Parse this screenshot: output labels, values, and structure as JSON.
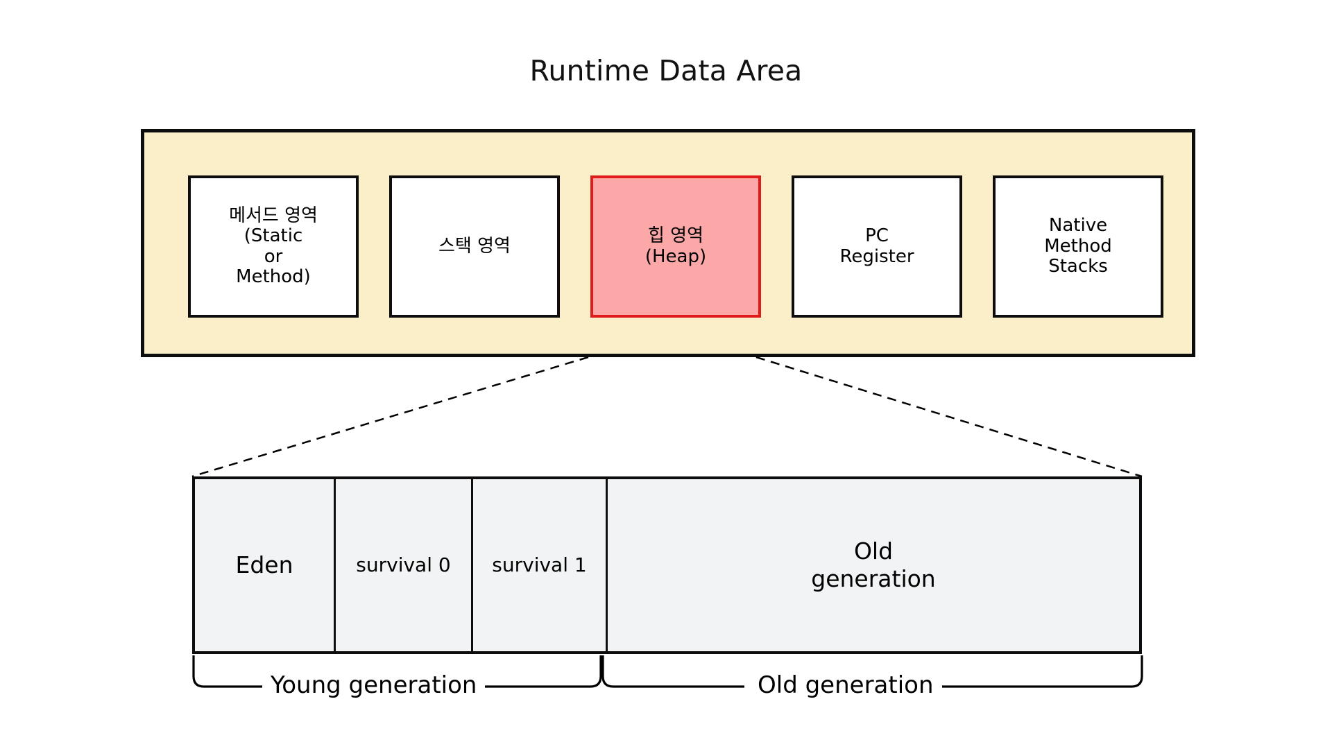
{
  "page": {
    "title": "Runtime Data Area",
    "background_color": "#FFFFFF"
  },
  "colors": {
    "container_fill": "#FBEFC9",
    "container_border": "#0D0D0D",
    "box_fill": "#FFFFFF",
    "box_border": "#0D0D0D",
    "heap_fill": "#FCA8A8",
    "heap_border": "#E01B1B",
    "heap_detail_fill": "#F2F3F4",
    "connector_line": "#000000",
    "text": "#000000"
  },
  "runtime_data_area": {
    "boxes": [
      {
        "id": "method-area",
        "lines": [
          "메서드 영역",
          "(Static",
          "or",
          "Method)"
        ],
        "highlighted": false
      },
      {
        "id": "stack-area",
        "lines": [
          "스택 영역"
        ],
        "highlighted": false
      },
      {
        "id": "heap-area",
        "lines": [
          "힙 영역",
          "(Heap)"
        ],
        "highlighted": true
      },
      {
        "id": "pc-register",
        "lines": [
          "PC",
          "Register"
        ],
        "highlighted": false
      },
      {
        "id": "native-method-stacks",
        "lines": [
          "Native",
          "Method",
          "Stacks"
        ],
        "highlighted": false
      }
    ]
  },
  "heap_detail": {
    "cells": [
      {
        "id": "eden",
        "lines": [
          "Eden"
        ]
      },
      {
        "id": "survival-0",
        "lines": [
          "survival 0"
        ]
      },
      {
        "id": "survival-1",
        "lines": [
          "survival 1"
        ]
      },
      {
        "id": "old",
        "lines": [
          "Old",
          "generation"
        ]
      }
    ],
    "brackets": [
      {
        "id": "young-generation",
        "label": "Young generation"
      },
      {
        "id": "old-generation",
        "label": "Old generation"
      }
    ]
  },
  "connectors": [
    {
      "id": "heap-to-detail-left",
      "style": "dashed",
      "from": "heap-area-bottom-left",
      "to": "heap-detail-top-left"
    },
    {
      "id": "heap-to-detail-right",
      "style": "dashed",
      "from": "heap-area-bottom-right",
      "to": "heap-detail-top-right"
    }
  ]
}
